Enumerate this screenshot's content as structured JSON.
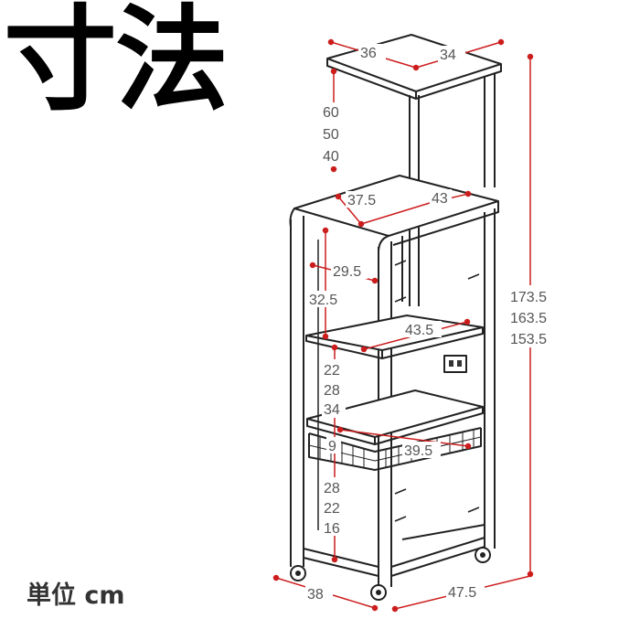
{
  "title": "寸法",
  "unit_label": "単位 cm",
  "colors": {
    "dimension_line": "#cc1d1d",
    "frame_line": "#222222",
    "dimension_text": "#555555"
  },
  "dimensions": {
    "top_shelf_width": "36",
    "top_shelf_depth": "34",
    "top_clearance": [
      "60",
      "50",
      "40"
    ],
    "mid_top_width": "37.5",
    "mid_top_depth": "43",
    "side_clearance": "29.5",
    "upper_gap": "32.5",
    "shelf_depth": "43.5",
    "mid_gaps_upper": [
      "22",
      "28",
      "34"
    ],
    "drawer_height": "9",
    "drawer_width": "39.5",
    "mid_gaps_lower": [
      "28",
      "22",
      "16"
    ],
    "total_height": [
      "173.5",
      "163.5",
      "153.5"
    ],
    "base_width": "38",
    "base_depth": "47.5"
  }
}
